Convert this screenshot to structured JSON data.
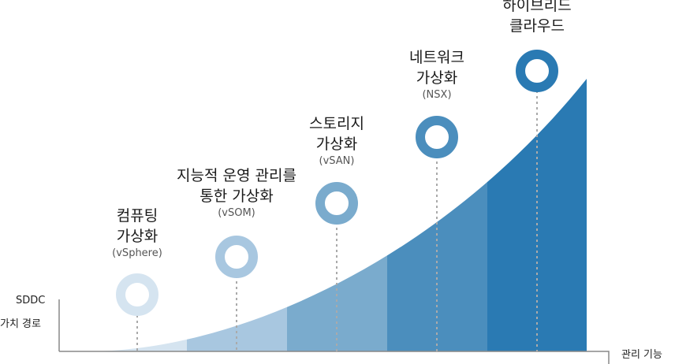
{
  "axes": {
    "y_label_line1": "SDDC",
    "y_label_line2": "가치 경로",
    "x_label": "관리 기능"
  },
  "stages": [
    {
      "title_line1": "컴퓨팅",
      "title_line2": "가상화",
      "sub": "(vSphere)",
      "color": "#d5e4f0"
    },
    {
      "title_line1": "지능적 운영 관리를",
      "title_line2": "통한 가상화",
      "sub": "(vSOM)",
      "color": "#a8c7e0"
    },
    {
      "title_line1": "스토리지",
      "title_line2": "가상화",
      "sub": "(vSAN)",
      "color": "#7aabcd"
    },
    {
      "title_line1": "네트워크",
      "title_line2": "가상화",
      "sub": "(NSX)",
      "color": "#4b8ebd"
    },
    {
      "title_line1": "하이브리드",
      "title_line2": "클라우드",
      "sub": "",
      "color": "#2a7ab3"
    }
  ],
  "colors": {
    "axis": "#888888",
    "connector": "#aaaaaa"
  }
}
